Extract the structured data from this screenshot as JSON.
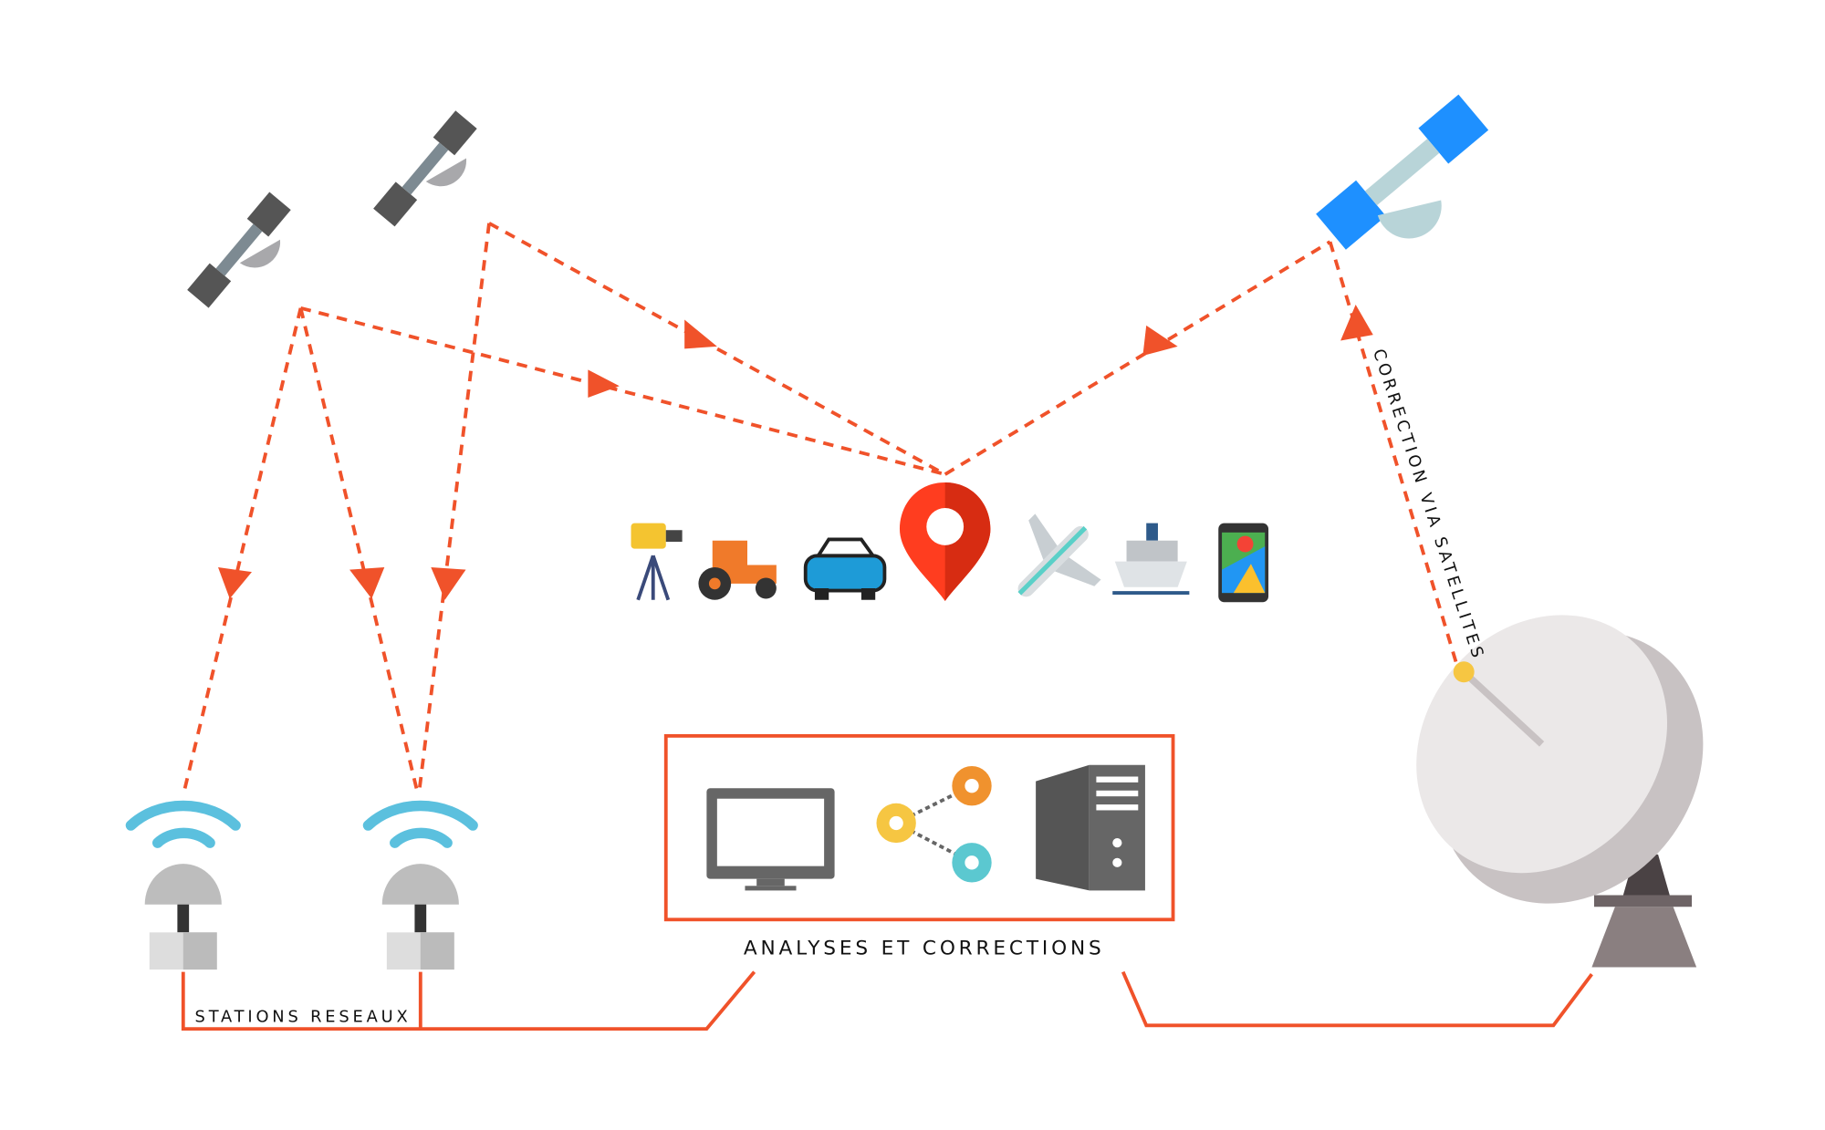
{
  "labels": {
    "stations": "STATIONS RESEAUX",
    "analyses": "ANALYSES ET CORRECTIONS",
    "correction": "CORRECTION VIA SATELLITES"
  },
  "icons": [
    "satellite-icon",
    "satellite-icon",
    "satellite-icon",
    "surveying-instrument-icon",
    "tractor-icon",
    "car-icon",
    "location-pin-icon",
    "airplane-icon",
    "ship-icon",
    "smartphone-map-icon",
    "monitor-icon",
    "gears-icon",
    "server-icon",
    "gnss-station-icon",
    "gnss-station-icon",
    "satellite-dish-icon"
  ],
  "colors": {
    "accent": "#f0522a",
    "pin": "#ff3d1f",
    "wave": "#5bc0de"
  }
}
